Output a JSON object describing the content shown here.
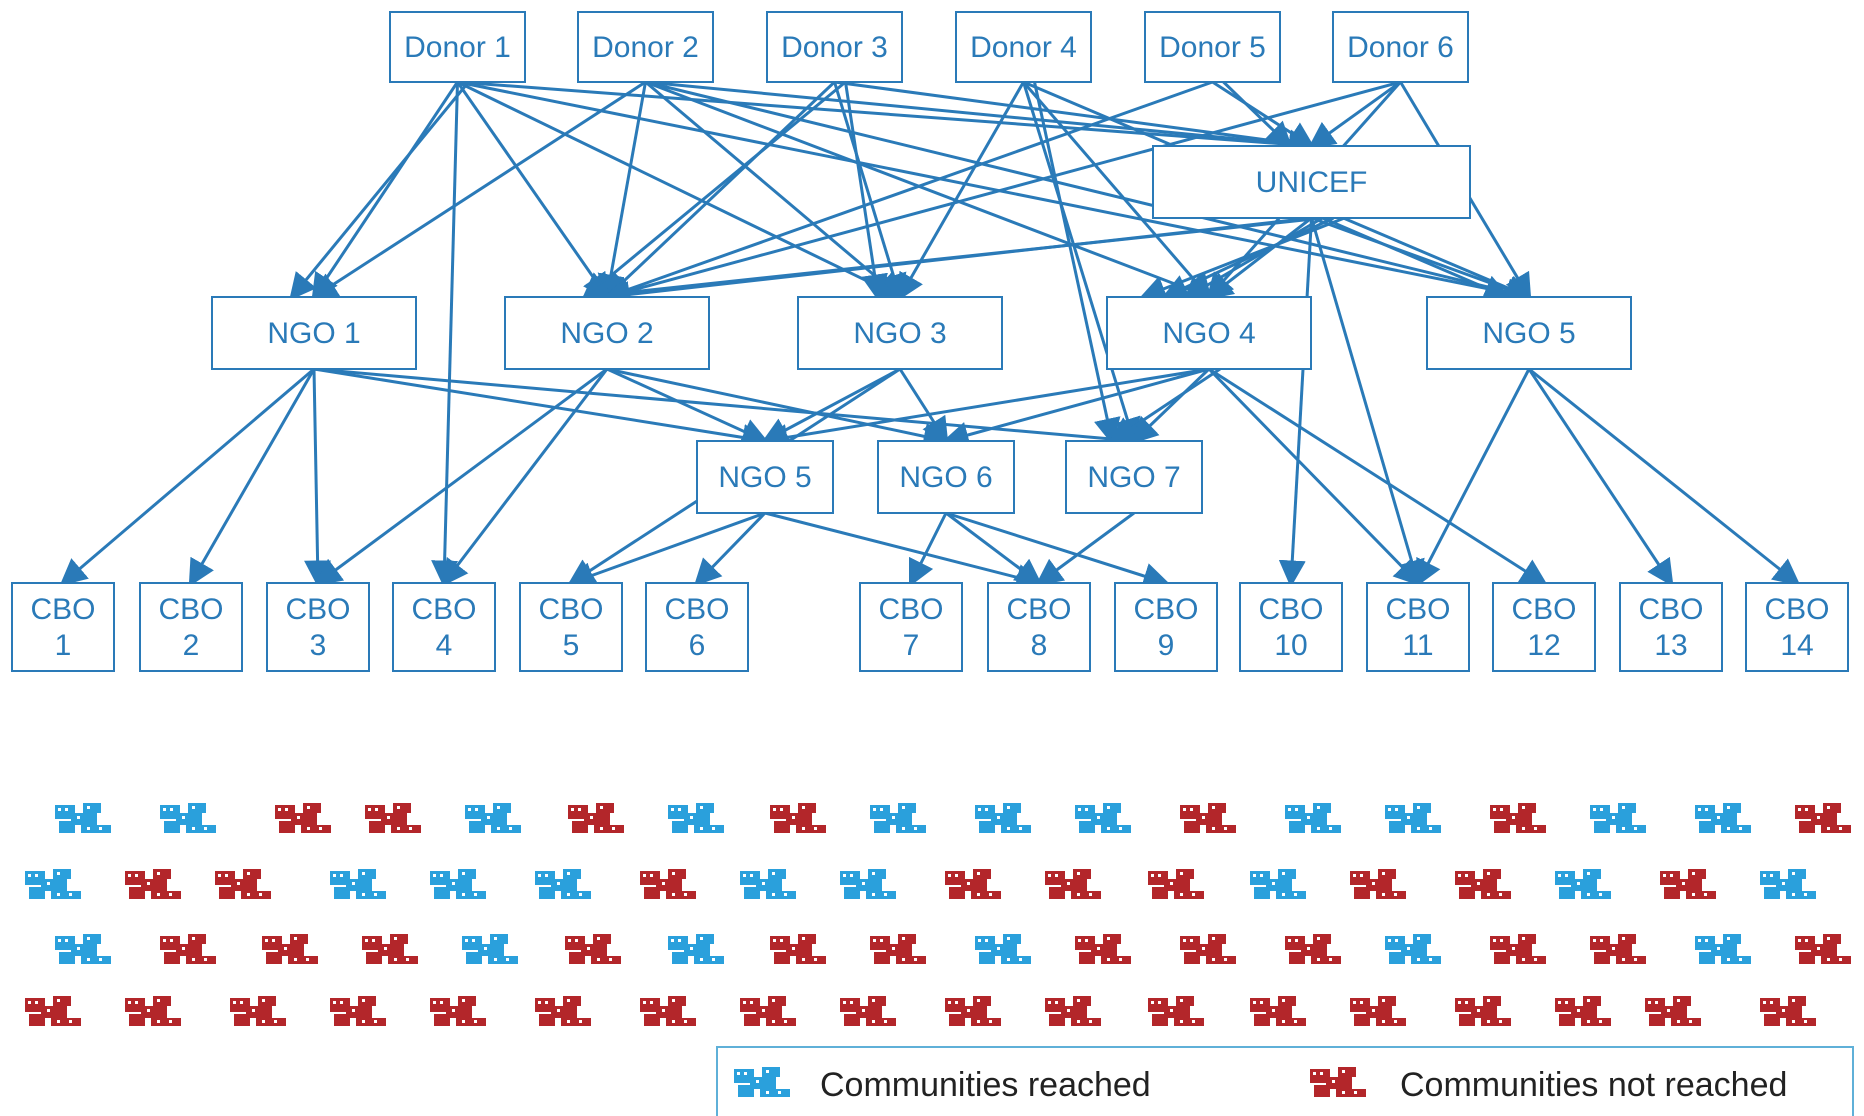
{
  "colors": {
    "line": "#2a7ab8",
    "box_fill": "#ffffff",
    "text": "#2a7ab8",
    "reached": "#2aa0dc",
    "not_reached": "#b3262a",
    "legend_border": "#5fb0d8"
  },
  "nodes": [
    {
      "id": "D1",
      "lines": [
        "Donor 1"
      ]
    },
    {
      "id": "D2",
      "lines": [
        "Donor 2"
      ]
    },
    {
      "id": "D3",
      "lines": [
        "Donor 3"
      ]
    },
    {
      "id": "D4",
      "lines": [
        "Donor 4"
      ]
    },
    {
      "id": "D5",
      "lines": [
        "Donor 5"
      ]
    },
    {
      "id": "D6",
      "lines": [
        "Donor 6"
      ]
    },
    {
      "id": "UN",
      "lines": [
        "UNICEF"
      ]
    },
    {
      "id": "N1",
      "lines": [
        "NGO 1"
      ]
    },
    {
      "id": "N2",
      "lines": [
        "NGO 2"
      ]
    },
    {
      "id": "N3",
      "lines": [
        "NGO 3"
      ]
    },
    {
      "id": "N4",
      "lines": [
        "NGO 4"
      ]
    },
    {
      "id": "N5a",
      "lines": [
        "NGO 5"
      ]
    },
    {
      "id": "N5b",
      "lines": [
        "NGO 5"
      ]
    },
    {
      "id": "N6",
      "lines": [
        "NGO 6"
      ]
    },
    {
      "id": "N7",
      "lines": [
        "NGO 7"
      ]
    },
    {
      "id": "C1",
      "lines": [
        "CBO",
        "1"
      ]
    },
    {
      "id": "C2",
      "lines": [
        "CBO",
        "2"
      ]
    },
    {
      "id": "C3",
      "lines": [
        "CBO",
        "3"
      ]
    },
    {
      "id": "C4",
      "lines": [
        "CBO",
        "4"
      ]
    },
    {
      "id": "C5",
      "lines": [
        "CBO",
        "5"
      ]
    },
    {
      "id": "C6",
      "lines": [
        "CBO",
        "6"
      ]
    },
    {
      "id": "C7",
      "lines": [
        "CBO",
        "7"
      ]
    },
    {
      "id": "C8",
      "lines": [
        "CBO",
        "8"
      ]
    },
    {
      "id": "C9",
      "lines": [
        "CBO",
        "9"
      ]
    },
    {
      "id": "C10",
      "lines": [
        "CBO",
        "10"
      ]
    },
    {
      "id": "C11",
      "lines": [
        "CBO",
        "11"
      ]
    },
    {
      "id": "C12",
      "lines": [
        "CBO",
        "12"
      ]
    },
    {
      "id": "C13",
      "lines": [
        "CBO",
        "13"
      ]
    },
    {
      "id": "C14",
      "lines": [
        "CBO",
        "14"
      ]
    }
  ],
  "edges": [
    [
      "D1",
      "N1"
    ],
    [
      "D1",
      "N1"
    ],
    [
      "D1",
      "N2"
    ],
    [
      "D1",
      "C4"
    ],
    [
      "D1",
      "N3"
    ],
    [
      "D1",
      "UN"
    ],
    [
      "D1",
      "N5b"
    ],
    [
      "D2",
      "N1"
    ],
    [
      "D2",
      "N2"
    ],
    [
      "D2",
      "N3"
    ],
    [
      "D2",
      "N4"
    ],
    [
      "D2",
      "N5b"
    ],
    [
      "D2",
      "UN"
    ],
    [
      "D3",
      "N2"
    ],
    [
      "D3",
      "N2"
    ],
    [
      "D3",
      "N3"
    ],
    [
      "D3",
      "N3"
    ],
    [
      "D3",
      "UN"
    ],
    [
      "D4",
      "N3"
    ],
    [
      "D4",
      "N4"
    ],
    [
      "D4",
      "N7"
    ],
    [
      "D4",
      "N7"
    ],
    [
      "D4",
      "N5b"
    ],
    [
      "D5",
      "N2"
    ],
    [
      "D5",
      "UN"
    ],
    [
      "D5",
      "UN"
    ],
    [
      "D6",
      "N2"
    ],
    [
      "D6",
      "UN"
    ],
    [
      "D6",
      "N5b"
    ],
    [
      "D6",
      "N4"
    ],
    [
      "UN",
      "N2"
    ],
    [
      "UN",
      "N2"
    ],
    [
      "UN",
      "N4"
    ],
    [
      "UN",
      "N4"
    ],
    [
      "UN",
      "N4"
    ],
    [
      "UN",
      "N4"
    ],
    [
      "UN",
      "N5b"
    ],
    [
      "UN",
      "N5b"
    ],
    [
      "UN",
      "C10"
    ],
    [
      "UN",
      "C11"
    ],
    [
      "N1",
      "C1"
    ],
    [
      "N1",
      "C2"
    ],
    [
      "N1",
      "C3"
    ],
    [
      "N1",
      "N5a"
    ],
    [
      "N1",
      "N7"
    ],
    [
      "N2",
      "C3"
    ],
    [
      "N2",
      "C4"
    ],
    [
      "N2",
      "N5a"
    ],
    [
      "N2",
      "N6"
    ],
    [
      "N3",
      "N5a"
    ],
    [
      "N3",
      "N6"
    ],
    [
      "N3",
      "C5"
    ],
    [
      "N4",
      "N6"
    ],
    [
      "N4",
      "N7"
    ],
    [
      "N4",
      "N7"
    ],
    [
      "N4",
      "C11"
    ],
    [
      "N4",
      "C12"
    ],
    [
      "N4",
      "N5a"
    ],
    [
      "N5b",
      "C11"
    ],
    [
      "N5b",
      "C13"
    ],
    [
      "N5b",
      "C14"
    ],
    [
      "N5a",
      "C5"
    ],
    [
      "N5a",
      "C6"
    ],
    [
      "N5a",
      "C8"
    ],
    [
      "N6",
      "C7"
    ],
    [
      "N6",
      "C8"
    ],
    [
      "N6",
      "C9"
    ],
    [
      "N7",
      "C8"
    ]
  ],
  "legend": {
    "reached_label": "Communities reached",
    "not_reached_label": "Communities not reached"
  }
}
